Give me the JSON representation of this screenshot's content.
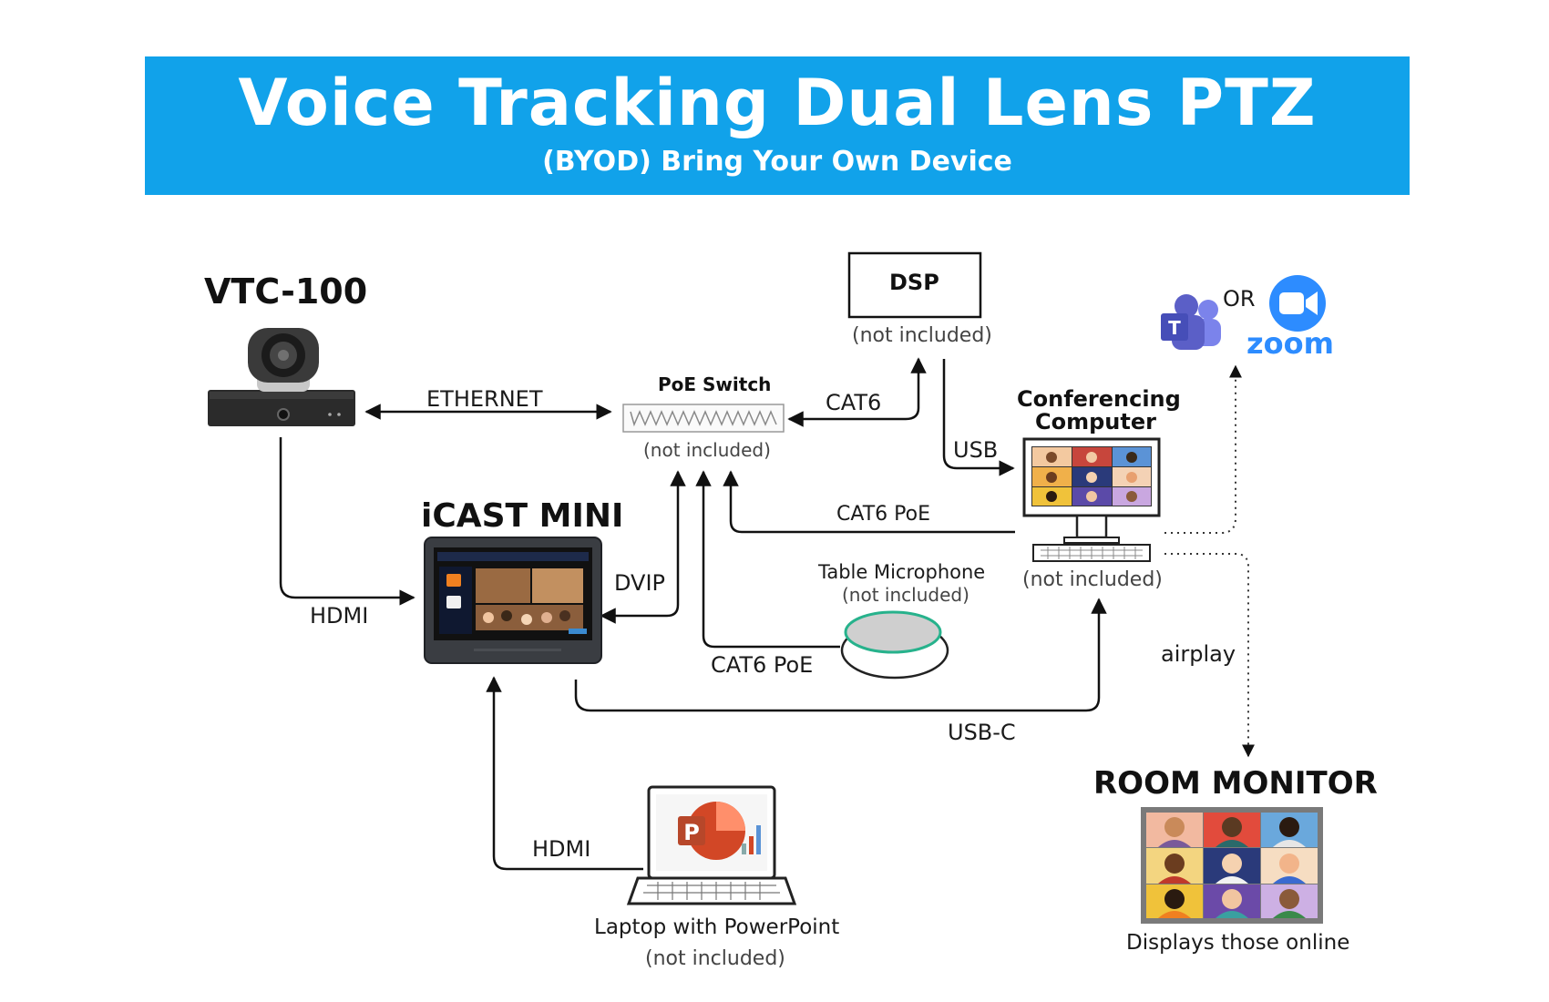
{
  "header": {
    "title": "Voice Tracking Dual Lens PTZ",
    "subtitle": "(BYOD) Bring Your Own Device"
  },
  "devices": {
    "camera": {
      "name": "VTC-100",
      "icon": "ptz-camera-icon"
    },
    "icast": {
      "name": "iCAST MINI",
      "icon": "touch-panel-icon"
    },
    "dsp": {
      "name": "DSP",
      "note": "(not included)"
    },
    "poe_switch": {
      "name": "PoE Switch",
      "note": "(not included)",
      "icon": "network-switch-icon"
    },
    "computer": {
      "name_line1": "Conferencing",
      "name_line2": "Computer",
      "note": "(not included)",
      "icon": "desktop-computer-icon"
    },
    "microphone": {
      "name": "Table Microphone",
      "note": "(not included)",
      "icon": "table-microphone-icon"
    },
    "laptop": {
      "name": "Laptop with PowerPoint",
      "note": "(not included)",
      "icon": "laptop-powerpoint-icon"
    },
    "monitor": {
      "name": "ROOM MONITOR",
      "caption": "Displays those online",
      "icon": "video-grid-monitor-icon"
    }
  },
  "apps": {
    "or_label": "OR",
    "zoom_label": "zoom",
    "teams_icon": "microsoft-teams-icon",
    "zoom_icon": "zoom-camera-icon"
  },
  "connections": {
    "ethernet": "ETHERNET",
    "cat6": "CAT6",
    "usb": "USB",
    "cat6_poe_computer": "CAT6 PoE",
    "dvip": "DVIP",
    "hdmi_camera": "HDMI",
    "cat6_poe_mic": "CAT6 PoE",
    "usb_c": "USB-C",
    "airplay": "airplay",
    "hdmi_laptop": "HDMI"
  },
  "colors": {
    "banner": "#11a2ea",
    "zoom_blue": "#2d8cff",
    "teams_purple": "#5b5fc7",
    "powerpoint_orange": "#d24726",
    "mic_ring": "#27b28c"
  }
}
